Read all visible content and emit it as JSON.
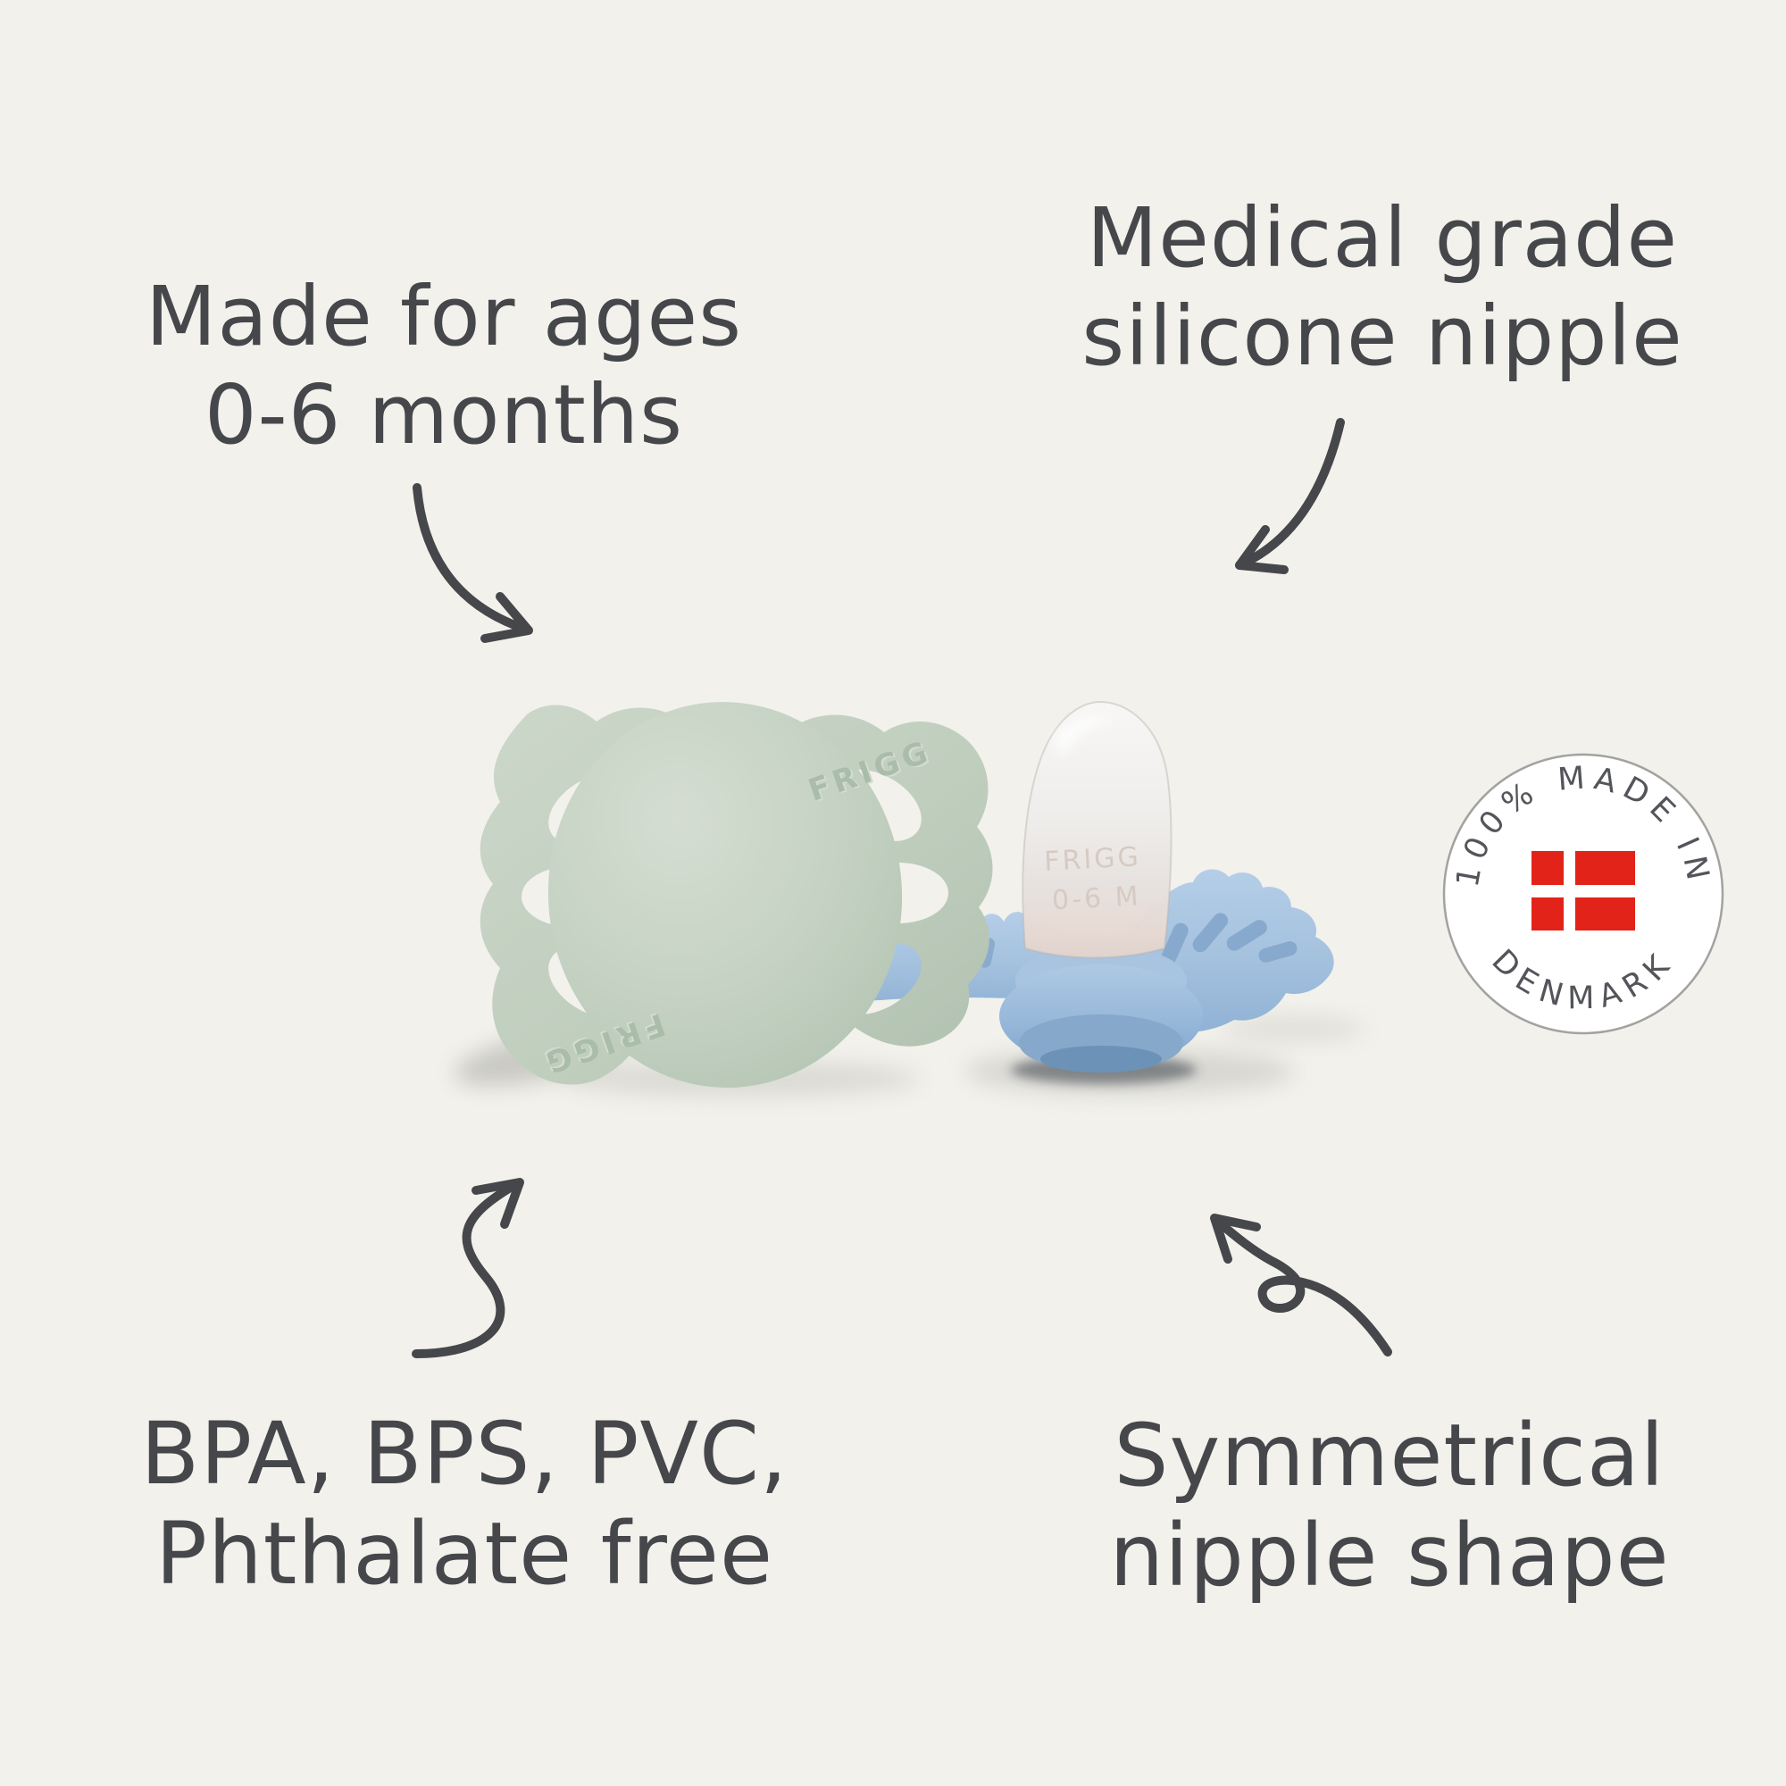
{
  "colors": {
    "background": "#f2f1ec",
    "ink": "#45474b",
    "sage_green": "#c2cfc0",
    "sage_dome_light": "#cfd9cc",
    "powder_blue": "#a5c1de",
    "powder_blue_dark": "#8aabce",
    "nipple_clear": "#f0eeec",
    "flag_red": "#e2231a",
    "badge_border": "#a3a2a0",
    "badge_text": "#53555a"
  },
  "annotations": {
    "top_left": {
      "line1": "Made for ages",
      "line2": "0-6 months"
    },
    "top_right": {
      "line1": "Medical grade",
      "line2": "silicone nipple"
    },
    "bottom_left": {
      "line1": "BPA, BPS, PVC,",
      "line2": "Phthalate free"
    },
    "bottom_right": {
      "line1": "Symmetrical",
      "line2": "nipple shape"
    }
  },
  "badge": {
    "top_text": "100% MADE IN",
    "bottom_text": "DENMARK"
  },
  "pacifiers": {
    "brand": "FRIGG",
    "nipple_mark_line1": "FRIGG",
    "nipple_mark_line2": "0-6 M"
  }
}
